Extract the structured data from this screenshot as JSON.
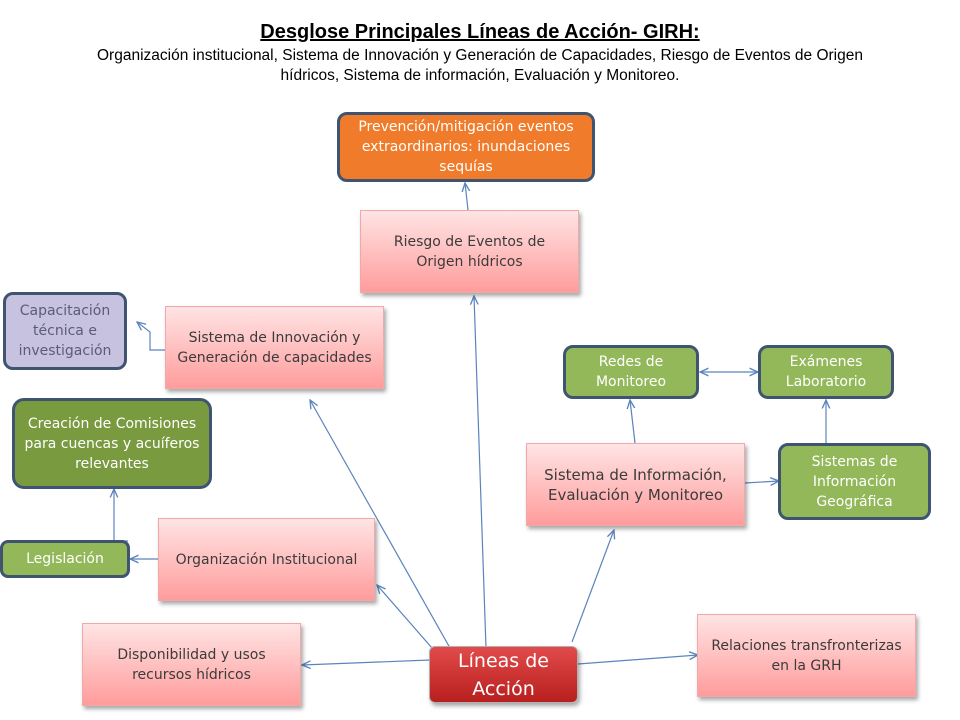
{
  "header": {
    "title": "Desglose Principales Líneas de Acción- GIRH:",
    "subtitle": "Organización institucional, Sistema de Innovación y Generación de Capacidades, Riesgo de Eventos de Origen hídricos, Sistema de información, Evaluación y Monitoreo."
  },
  "nodes": {
    "prevencion": "Prevención/mitigación eventos extraordinarios: inundaciones sequías",
    "riesgo": "Riesgo de Eventos de Origen hídricos",
    "capacitacion": "Capacitación técnica e investigación",
    "innovacion": "Sistema de Innovación y Generación de capacidades",
    "redes": "Redes de Monitoreo",
    "examenes": "Exámenes Laboratorio",
    "comisiones": "Creación de Comisiones para cuencas y acuíferos relevantes",
    "sistema_info": "Sistema de Información, Evaluación y Monitoreo",
    "sig": "Sistemas de Información Geográfica",
    "legislacion": "Legislación",
    "organizacion": "Organización Institucional",
    "disponibilidad": "Disponibilidad y usos recursos hídricos",
    "relaciones": "Relaciones transfronterizas en la GRH",
    "lineas": "Líneas de Acción"
  },
  "colors": {
    "arrow": "#5b84bd",
    "orange": "#f07b2a",
    "green": "#93b85a",
    "dark_green": "#799a3f",
    "lavender": "#c7c2e0",
    "red": "#c62a2a",
    "border": "#3f5470"
  }
}
